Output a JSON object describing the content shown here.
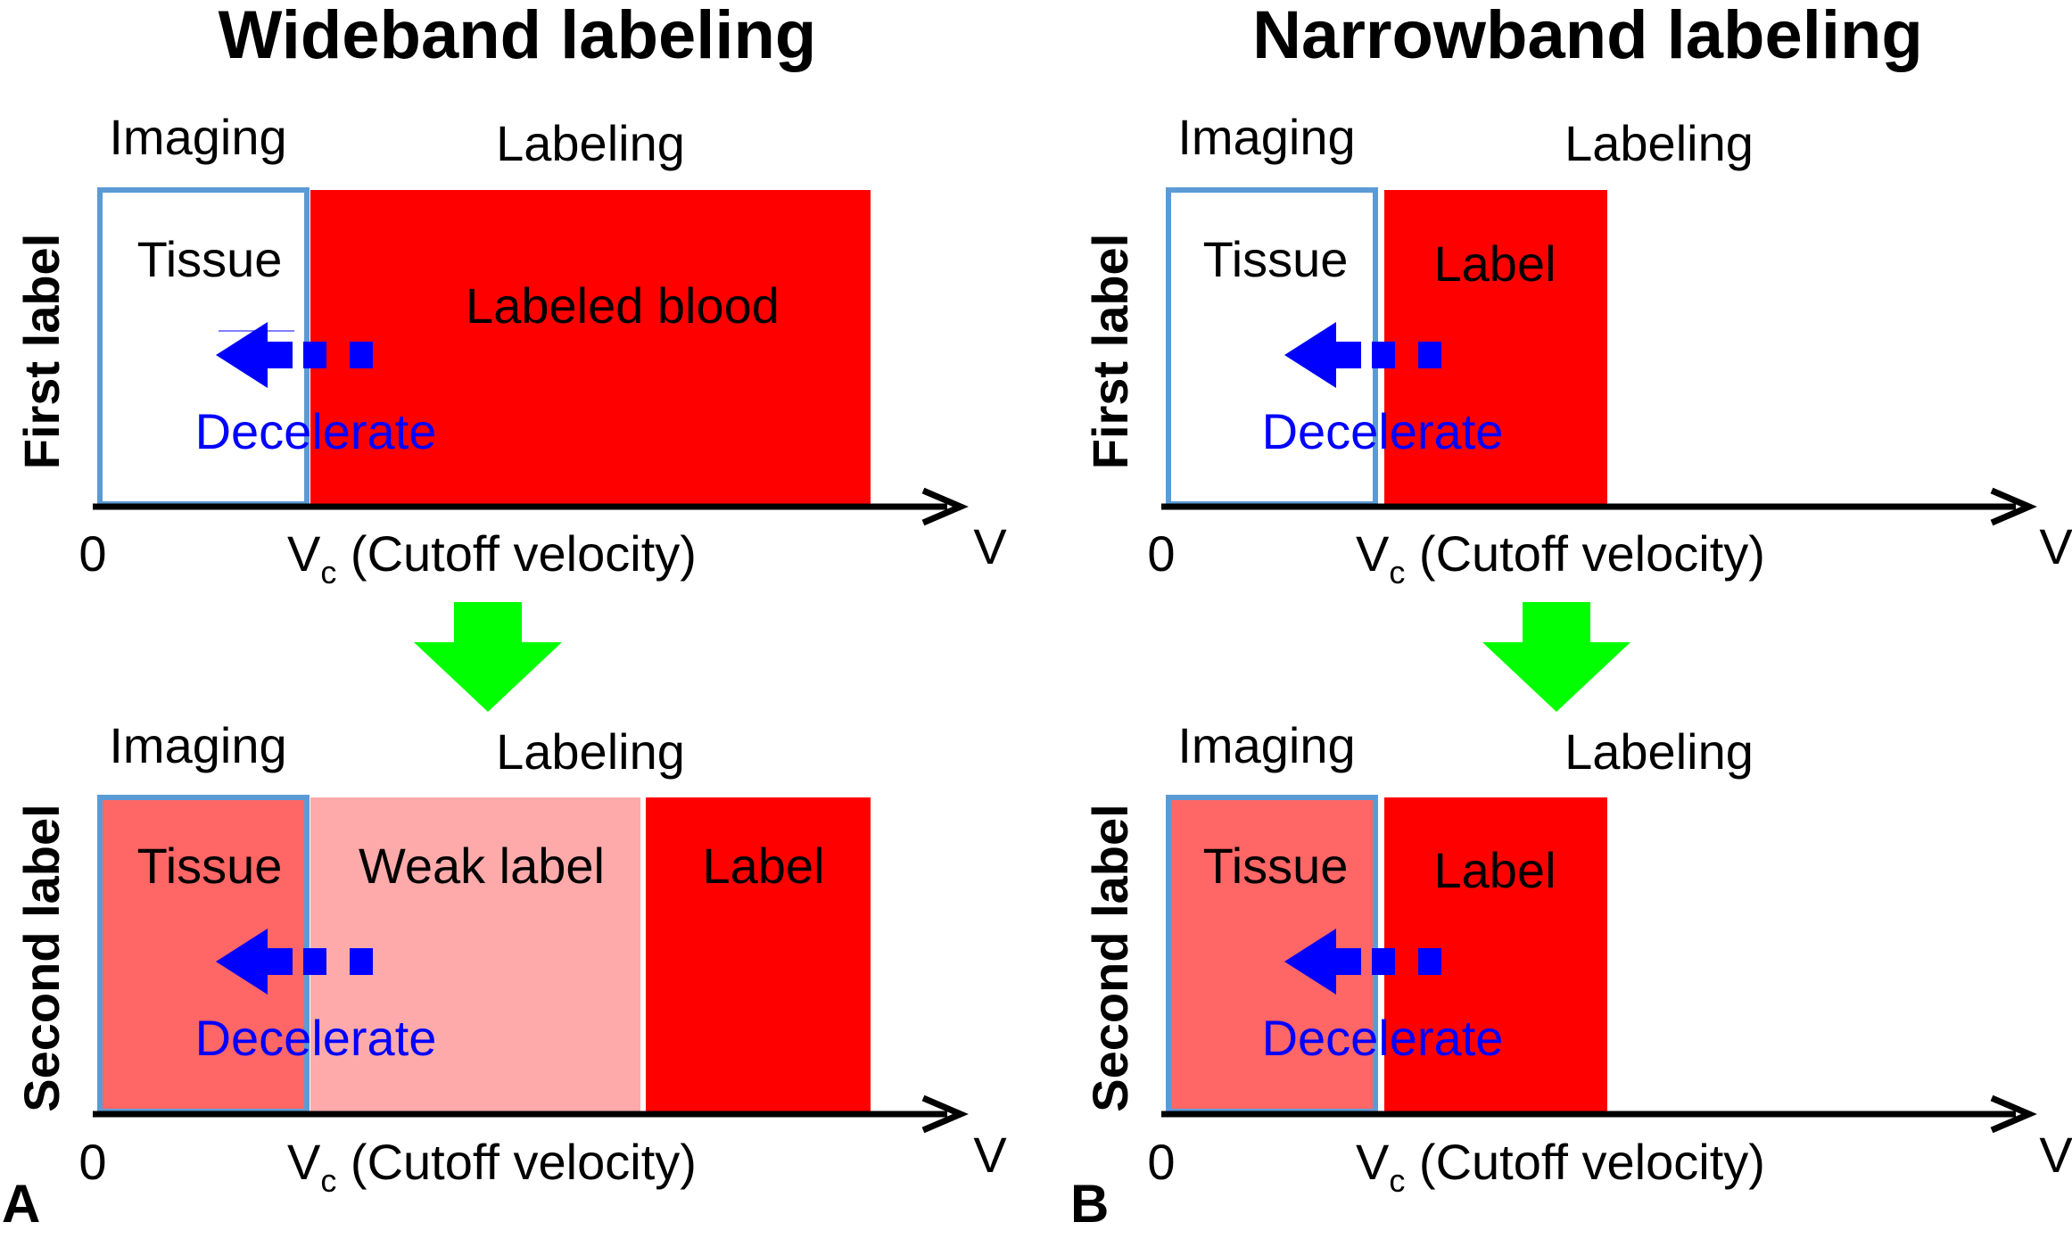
{
  "colors": {
    "labeled_red": "#ff0000",
    "tissue_red": "#ff6666",
    "weak_label_pink": "#ffaaaa",
    "imaging_box_border": "#5b9bd5",
    "flow_arrow_blue": "#0000ff",
    "transition_arrow_green": "#00ff00",
    "axis_black": "#000000"
  },
  "icons": {
    "flow_arrow": "dashed-left-arrow-icon",
    "transition_arrow": "down-arrow-icon"
  },
  "panels": [
    {
      "letter": "A",
      "title": "Wideband labeling",
      "rows": [
        {
          "side_label": "First label",
          "imaging_label": "Imaging",
          "labeling_label": "Labeling",
          "tissue_label": "Tissue",
          "region1_label": "Labeled blood",
          "region2_label": "",
          "decelerate_label": "Decelerate",
          "axis_zero": "0",
          "axis_vc_main": "V",
          "axis_vc_sub": "c",
          "axis_vc_rest": " (Cutoff velocity)",
          "axis_end": "V"
        },
        {
          "side_label": "Second label",
          "imaging_label": "Imaging",
          "labeling_label": "Labeling",
          "tissue_label": "Tissue",
          "region1_label": "Weak label",
          "region2_label": "Label",
          "decelerate_label": "Decelerate",
          "axis_zero": "0",
          "axis_vc_main": "V",
          "axis_vc_sub": "c",
          "axis_vc_rest": " (Cutoff velocity)",
          "axis_end": "V"
        }
      ]
    },
    {
      "letter": "B",
      "title": "Narrowband labeling",
      "rows": [
        {
          "side_label": "First label",
          "imaging_label": "Imaging",
          "labeling_label": "Labeling",
          "tissue_label": "Tissue",
          "region1_label": "Label",
          "region2_label": "",
          "decelerate_label": "Decelerate",
          "axis_zero": "0",
          "axis_vc_main": "V",
          "axis_vc_sub": "c",
          "axis_vc_rest": " (Cutoff velocity)",
          "axis_end": "V"
        },
        {
          "side_label": "Second label",
          "imaging_label": "Imaging",
          "labeling_label": "Labeling",
          "tissue_label": "Tissue",
          "region1_label": "Label",
          "region2_label": "",
          "decelerate_label": "Decelerate",
          "axis_zero": "0",
          "axis_vc_main": "V",
          "axis_vc_sub": "c",
          "axis_vc_rest": " (Cutoff velocity)",
          "axis_end": "V"
        }
      ]
    }
  ]
}
